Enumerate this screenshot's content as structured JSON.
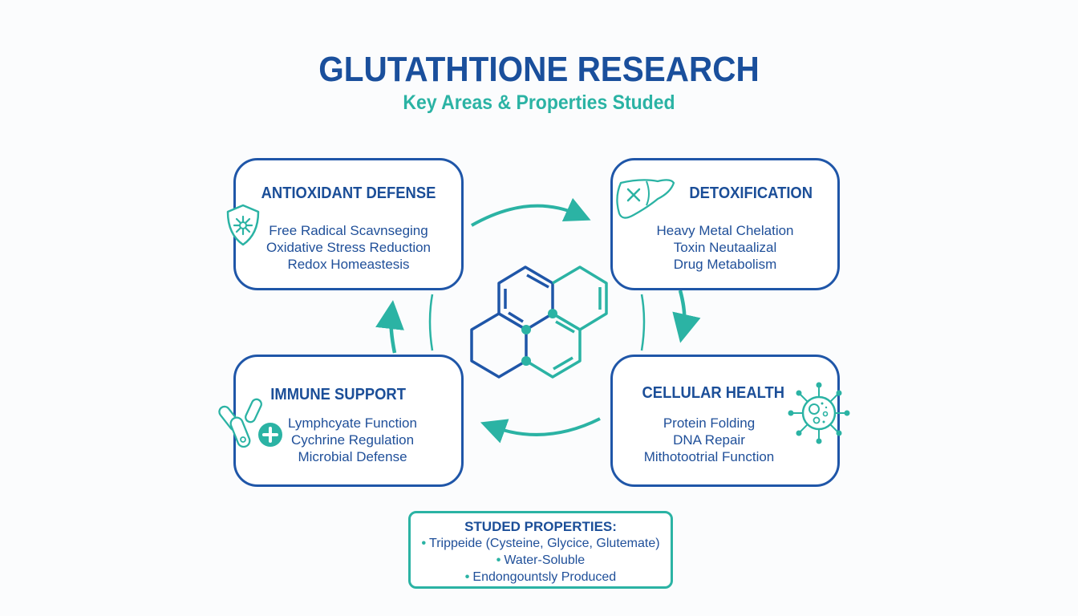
{
  "header": {
    "title": "GLUTATHTIONE RESEARCH",
    "subtitle": "Key Areas & Properties Studed"
  },
  "cards": [
    {
      "id": "antioxidant-defense",
      "title": "ANTIOXIDANT DEFENSE",
      "icon": "shield-icon",
      "items": [
        "Free Radical Scavnseging",
        "Oxidative Stress Reduction",
        "Redox Homeastesis"
      ]
    },
    {
      "id": "detoxification",
      "title": "DETOXIFICATION",
      "icon": "liver-icon",
      "items": [
        "Heavy Metal Chelation",
        "Toxin Neutaalizal",
        "Drug Metabolism"
      ]
    },
    {
      "id": "immune-support",
      "title": "IMMUNE SUPPORT",
      "icon": "bacteria-plus-icon",
      "items": [
        "Lymphcyate Function",
        "Cychrine Regulation",
        "Microbial Defense"
      ]
    },
    {
      "id": "cellular-health",
      "title": "CELLULAR HEALTH",
      "icon": "cell-icon",
      "items": [
        "Protein Folding",
        "DNA Repair",
        "Mithotootrial Function"
      ]
    }
  ],
  "properties": {
    "title": "STUDED PROPERTIES:",
    "bullet": "•",
    "items": [
      "Trippeide (Cysteine, Glycice, Glutemate)",
      "Water-Soluble",
      "Endongountsly Produced"
    ]
  },
  "center_icon": "molecule-icon",
  "colors": {
    "primary_blue": "#1f56a8",
    "teal": "#2bb3a4",
    "background": "#fbfcfd"
  }
}
